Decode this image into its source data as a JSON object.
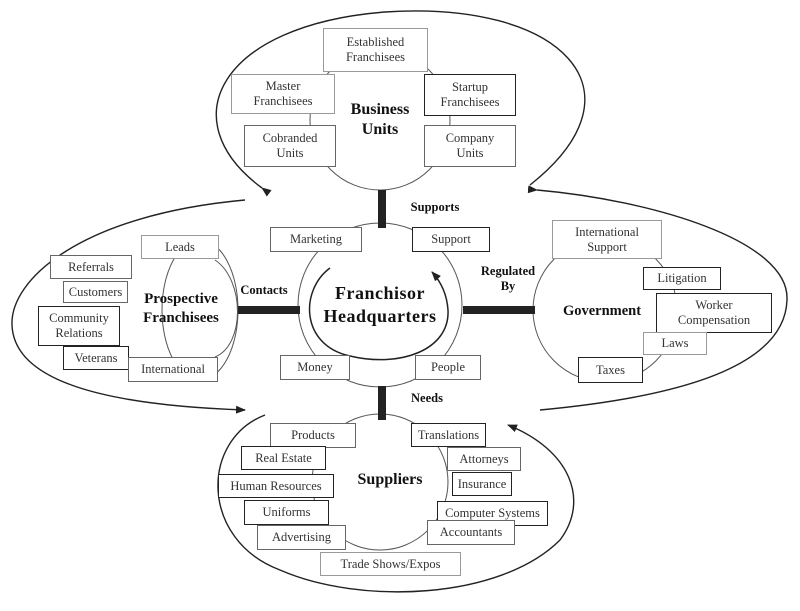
{
  "diagram": {
    "center": {
      "label_line1": "Franchisor",
      "label_line2": "Headquarters"
    },
    "center_items": [
      "Marketing",
      "Support",
      "Money",
      "People"
    ],
    "relations": {
      "top": "Supports",
      "left": "Contacts",
      "right_line1": "Regulated",
      "right_line2": "By",
      "bottom": "Needs"
    },
    "business_units": {
      "title_line1": "Business",
      "title_line2": "Units",
      "items": [
        {
          "line1": "Established",
          "line2": "Franchisees"
        },
        {
          "line1": "Master",
          "line2": "Franchisees"
        },
        {
          "line1": "Startup",
          "line2": "Franchisees"
        },
        {
          "line1": "Cobranded",
          "line2": "Units"
        },
        {
          "line1": "Company",
          "line2": "Units"
        }
      ]
    },
    "prospective_franchisees": {
      "title_line1": "Prospective",
      "title_line2": "Franchisees",
      "items": [
        {
          "line1": "Leads"
        },
        {
          "line1": "Referrals"
        },
        {
          "line1": "Customers"
        },
        {
          "line1": "Community",
          "line2": "Relations"
        },
        {
          "line1": "Veterans"
        },
        {
          "line1": "International"
        }
      ]
    },
    "government": {
      "title": "Government",
      "items": [
        {
          "line1": "International",
          "line2": "Support"
        },
        {
          "line1": "Litigation"
        },
        {
          "line1": "Worker",
          "line2": "Compensation"
        },
        {
          "line1": "Laws"
        },
        {
          "line1": "Taxes"
        }
      ]
    },
    "suppliers": {
      "title": "Suppliers",
      "items": [
        "Products",
        "Real Estate",
        "Human Resources",
        "Uniforms",
        "Advertising",
        "Trade Shows/Expos",
        "Translations",
        "Attorneys",
        "Insurance",
        "Computer Systems",
        "Accountants"
      ]
    }
  }
}
